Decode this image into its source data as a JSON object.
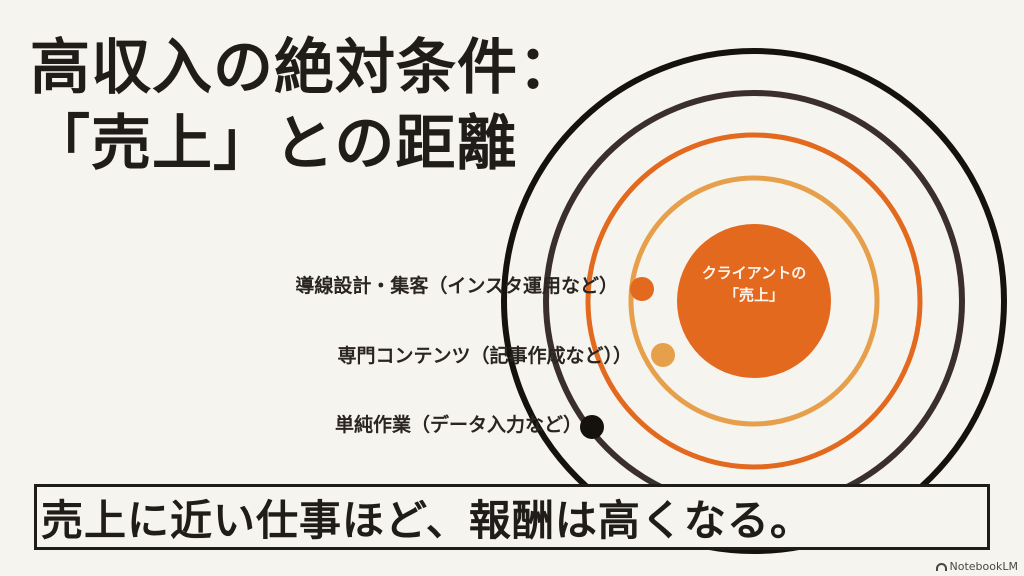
{
  "title": {
    "line1": "高収入の絶対条件：",
    "line2": "「売上」との距離"
  },
  "center": {
    "line1": "クライアントの",
    "line2": "「売上」"
  },
  "labels": {
    "sales": "導線設計・集客（インスタ運用など）",
    "content": "専門コンテンツ（記事作成など））",
    "simple": "単純作業（データ入力など）"
  },
  "conclusion": "売上に近い仕事ほど、報酬は高くなる。",
  "watermark": "NotebookLM",
  "colors": {
    "background": "#f6f4ef",
    "core": "#e2691e",
    "ring_inner": "#e6a04b",
    "ring_second": "#e2691e",
    "ring_third": "#3b2f2c",
    "ring_outer": "#15110f",
    "dot_inner": "#e6a04b",
    "dot_second": "#e2691e",
    "dot_third": "#15110f"
  }
}
